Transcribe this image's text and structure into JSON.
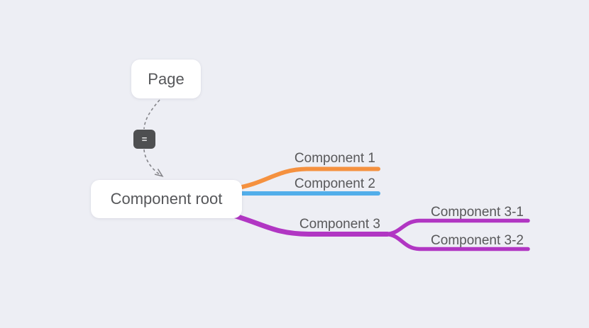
{
  "canvas": {
    "background": "#edeef4"
  },
  "nodes": {
    "page": {
      "label": "Page"
    },
    "relation_badge": {
      "label": "="
    },
    "root": {
      "label": "Component root"
    }
  },
  "branches": {
    "component1": {
      "label": "Component 1"
    },
    "component2": {
      "label": "Component 2"
    },
    "component3": {
      "label": "Component 3"
    },
    "component3_1": {
      "label": "Component 3-1"
    },
    "component3_2": {
      "label": "Component 3-2"
    }
  },
  "colors": {
    "component1": "#F5913F",
    "component2": "#52AEEA",
    "component3": "#B136C3",
    "connector": "#85858a",
    "badge_bg": "#4E4F51",
    "node_text": "#58585A",
    "node_bg": "#FFFFFF"
  }
}
